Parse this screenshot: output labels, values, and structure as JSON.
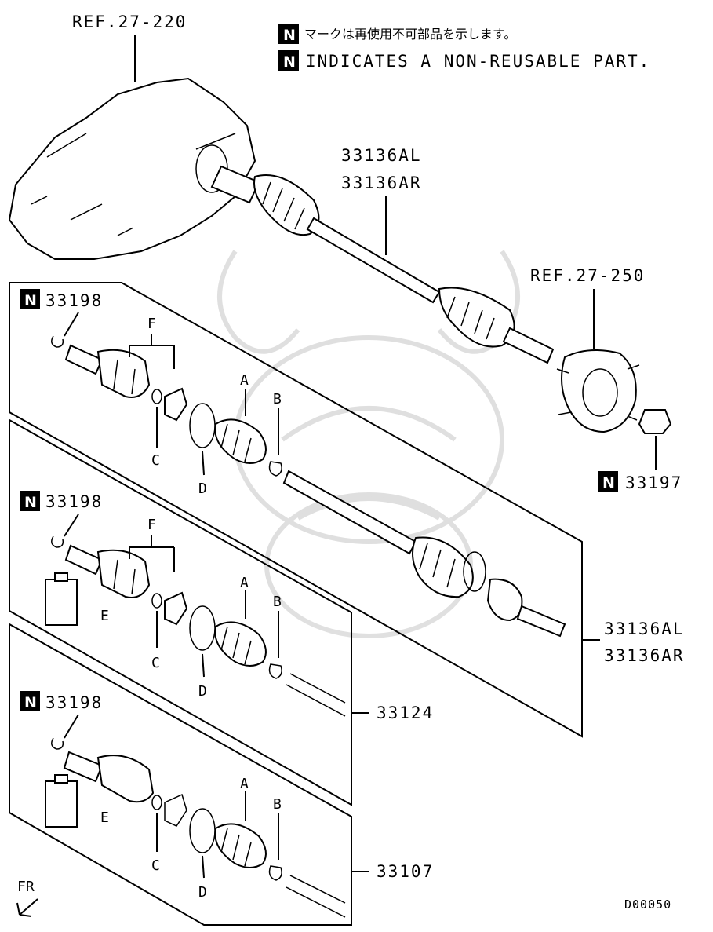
{
  "notes": {
    "jp": "マークは再使用不可部品を示します。",
    "en": "INDICATES A NON-REUSABLE PART."
  },
  "n_mark": "N",
  "refs": {
    "transfer": "REF.27-220",
    "hub": "REF.27-250"
  },
  "parts": {
    "shaft_top_l": "33136AL",
    "shaft_top_r": "33136AR",
    "snap_ring_1": "33198",
    "snap_ring_2": "33198",
    "snap_ring_3": "33198",
    "hub_nut": "33197",
    "shaft_mid_l": "33136AL",
    "shaft_mid_r": "33136AR",
    "kit_1": "33124",
    "kit_2": "33107"
  },
  "letters": {
    "A": "A",
    "B": "B",
    "C": "C",
    "D": "D",
    "E": "E",
    "F": "F"
  },
  "direction": "FR",
  "diagram_code": "D00050"
}
